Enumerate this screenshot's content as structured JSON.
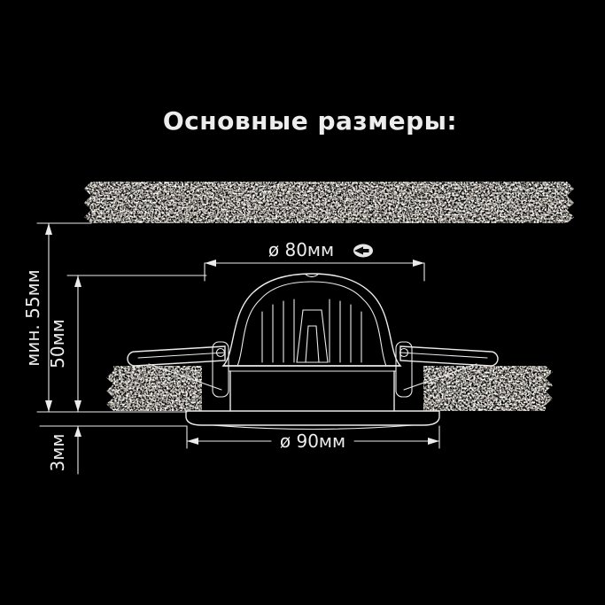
{
  "title": "Основные размеры:",
  "dimensions": {
    "cutout_diameter": "ø 80мм",
    "trim_diameter": "ø 90мм",
    "min_recess_depth": "мин. 55мм",
    "housing_height": "50мм",
    "flange_thickness": "3мм"
  },
  "icons": {
    "beam": "downlight-beam-icon"
  },
  "colors": {
    "background": "#000000",
    "line": "#ebebeb",
    "text": "#ededed",
    "texture_base": "#b0a9a2"
  }
}
